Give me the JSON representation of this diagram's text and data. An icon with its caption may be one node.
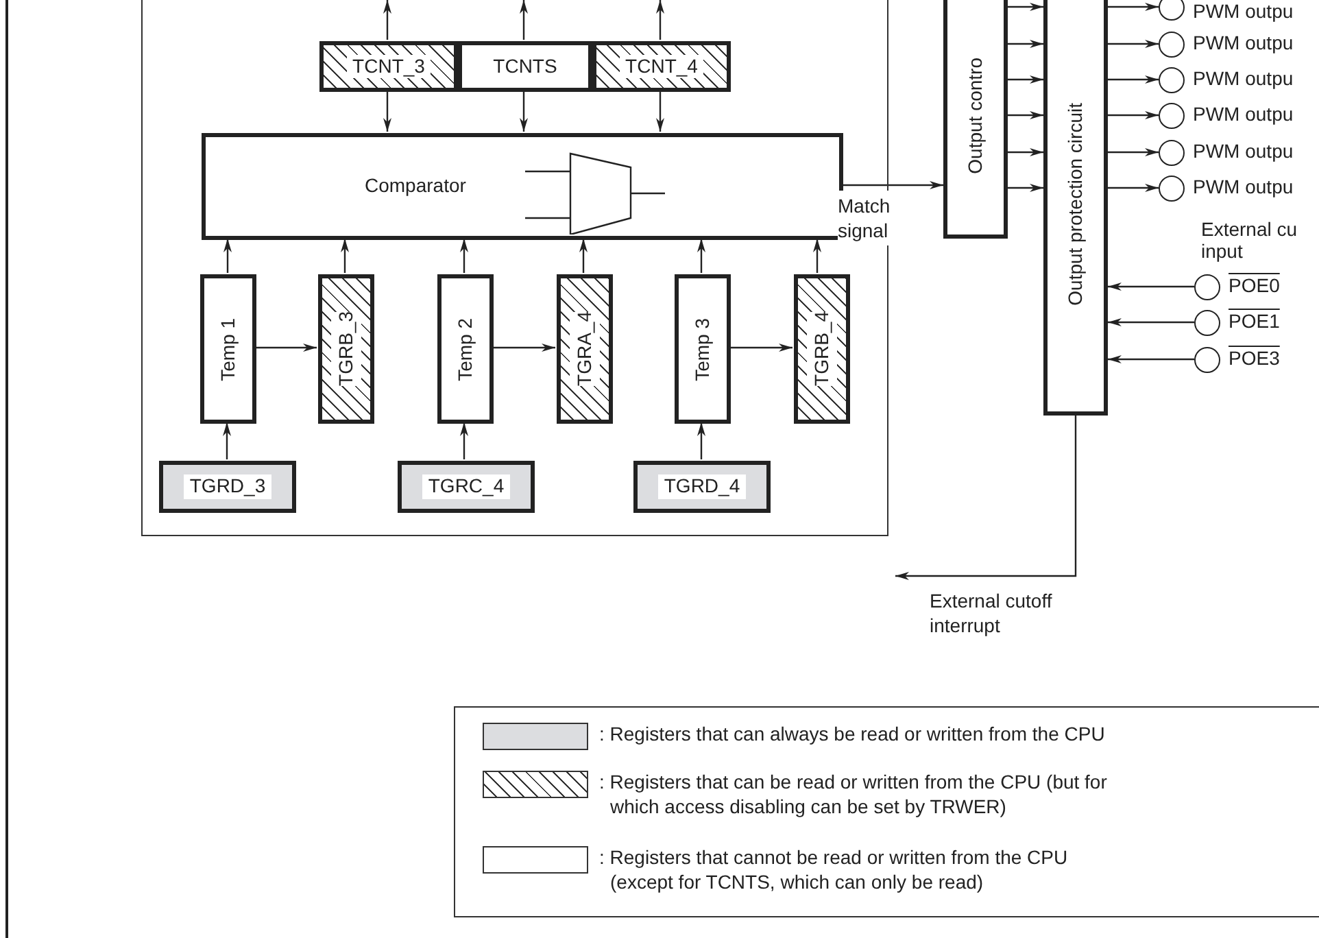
{
  "diagram": {
    "nodes": [
      {
        "text": [],
        "shape": "box"
      },
      {
        "text": [
          "TCNT_3"
        ],
        "in": 0
      },
      {
        "text": [
          "TCNTS"
        ],
        "in": 0
      },
      {
        "text": [
          "TCNT_4"
        ],
        "in": 0
      },
      {
        "text": [
          "Comparator"
        ],
        "in": 0
      },
      {
        "text": [
          "Temp 1"
        ],
        "in": 0
      },
      {
        "text": [
          "TGRB_3"
        ],
        "in": 0
      },
      {
        "text": [
          "Temp 2"
        ],
        "in": 0
      },
      {
        "text": [
          "TGRA_4"
        ],
        "in": 0
      },
      {
        "text": [
          "Temp 3"
        ],
        "in": 0
      },
      {
        "text": [
          "TGRB_4"
        ],
        "in": 0
      },
      {
        "text": [
          "TGRD_3"
        ],
        "in": 0
      },
      {
        "text": [
          "TGRC_4"
        ],
        "in": 0
      },
      {
        "text": [
          "TGRD_4"
        ],
        "in": 0
      },
      {
        "text": [
          "Output contro"
        ]
      },
      {
        "text": [
          "Output protection circuit"
        ]
      },
      {
        "text": [],
        "shape": "circle",
        "beside": [
          "PWM outpu"
        ]
      },
      {
        "text": [],
        "shape": "circle",
        "beside": [
          "PWM outpu"
        ]
      },
      {
        "text": [],
        "shape": "circle",
        "beside": [
          "PWM outpu"
        ]
      },
      {
        "text": [],
        "shape": "circle",
        "beside": [
          "PWM outpu"
        ]
      },
      {
        "text": [],
        "shape": "circle",
        "beside": [
          "PWM outpu"
        ]
      },
      {
        "text": [],
        "shape": "circle",
        "beside": [
          "PWM outpu"
        ]
      },
      {
        "text": [],
        "shape": "circle",
        "beside": [
          "POE0"
        ]
      },
      {
        "text": [],
        "shape": "circle",
        "beside": [
          "POE1"
        ]
      },
      {
        "text": [],
        "shape": "circle",
        "beside": [
          "POE3"
        ]
      }
    ],
    "edges": [
      {
        "from": 1,
        "to": null,
        "arrow": "to"
      },
      {
        "from": 2,
        "to": null,
        "arrow": "to"
      },
      {
        "from": 3,
        "to": null,
        "arrow": "to"
      },
      {
        "from": 1,
        "to": 4,
        "arrow": "to"
      },
      {
        "from": 2,
        "to": 4,
        "arrow": "to"
      },
      {
        "from": 3,
        "to": 4,
        "arrow": "to"
      },
      {
        "from": 5,
        "to": 4,
        "arrow": "to"
      },
      {
        "from": 6,
        "to": 4,
        "arrow": "to"
      },
      {
        "from": 7,
        "to": 4,
        "arrow": "to"
      },
      {
        "from": 8,
        "to": 4,
        "arrow": "to"
      },
      {
        "from": 9,
        "to": 4,
        "arrow": "to"
      },
      {
        "from": 10,
        "to": 4,
        "arrow": "to"
      },
      {
        "from": 5,
        "to": 6,
        "arrow": "to"
      },
      {
        "from": 7,
        "to": 8,
        "arrow": "to"
      },
      {
        "from": 9,
        "to": 10,
        "arrow": "to"
      },
      {
        "from": 11,
        "to": 5,
        "arrow": "to"
      },
      {
        "from": 12,
        "to": 7,
        "arrow": "to"
      },
      {
        "from": 13,
        "to": 9,
        "arrow": "to"
      },
      {
        "from": 4,
        "to": 14,
        "arrow": "to",
        "label": "Match signal"
      },
      {
        "from": 14,
        "to": 15,
        "arrow": "to"
      },
      {
        "from": 14,
        "to": 15,
        "arrow": "to"
      },
      {
        "from": 14,
        "to": 15,
        "arrow": "to"
      },
      {
        "from": 14,
        "to": 15,
        "arrow": "to"
      },
      {
        "from": 14,
        "to": 15,
        "arrow": "to"
      },
      {
        "from": 14,
        "to": 15,
        "arrow": "to"
      },
      {
        "from": 15,
        "to": 16,
        "arrow": "to"
      },
      {
        "from": 15,
        "to": 17,
        "arrow": "to"
      },
      {
        "from": 15,
        "to": 18,
        "arrow": "to"
      },
      {
        "from": 15,
        "to": 19,
        "arrow": "to"
      },
      {
        "from": 15,
        "to": 20,
        "arrow": "to"
      },
      {
        "from": 15,
        "to": 21,
        "arrow": "to"
      },
      {
        "from": 22,
        "to": 15,
        "arrow": "to"
      },
      {
        "from": 23,
        "to": 15,
        "arrow": "to"
      },
      {
        "from": 24,
        "to": 15,
        "arrow": "to"
      },
      {
        "from": 15,
        "to": null,
        "arrow": "to",
        "label": "External cutoff interrupt"
      }
    ],
    "labels": [
      "External cu input"
    ],
    "legend": [
      {
        "text": ": Registers that can always be read or written from the CPU",
        "color": "#dcdde0"
      },
      {
        "text": ": Registers that can be read or written from the CPU (but for which access disabling can be set by TRWER)"
      },
      {
        "text": ": Registers that cannot be read or written from the CPU (except for TCNTS, which can only be read)",
        "color": "#ffffff"
      }
    ]
  }
}
